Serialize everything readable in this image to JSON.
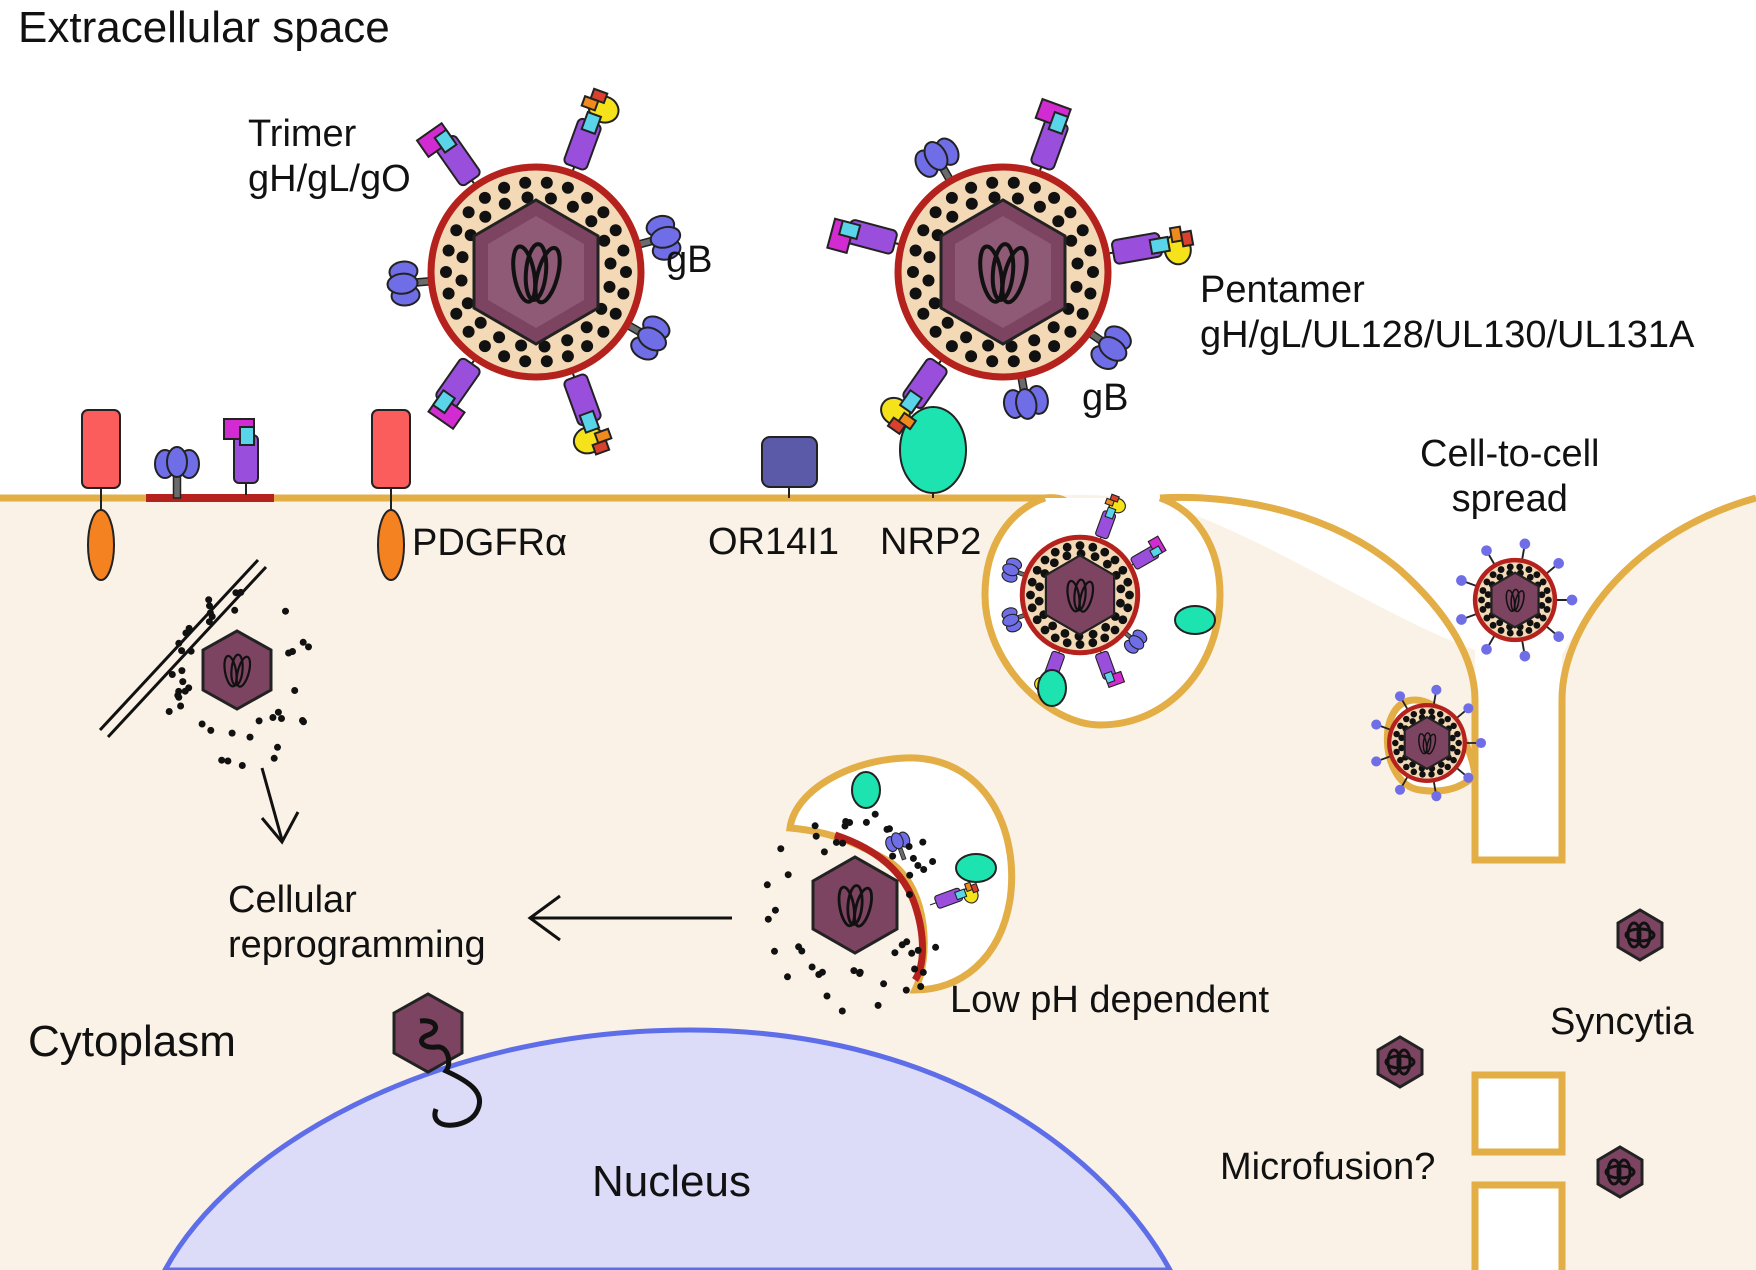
{
  "regions": {
    "extracellular": "Extracellular space",
    "cytoplasm": "Cytoplasm",
    "nucleus": "Nucleus"
  },
  "glycoproteins": {
    "trimer": "Trimer\ngH/gL/gO",
    "gb_left": "gB",
    "pentamer": "Pentamer\ngH/gL/UL128/UL130/UL131A",
    "gb_right": "gB"
  },
  "receptors": {
    "pdgfra": "PDGFRα",
    "or14i1": "OR14I1",
    "nrp2": "NRP2"
  },
  "processes": {
    "cell_to_cell": "Cell-to-cell\nspread",
    "low_ph": "Low pH dependent",
    "reprogramming": "Cellular\nreprogramming",
    "syncytia": "Syncytia",
    "microfusion": "Microfusion?"
  },
  "colors": {
    "cytoplasm": "#faf2e6",
    "membrane": "#e2ae45",
    "envelope": "#b5221e",
    "tegument": "#f3d9b5",
    "capsid": "#7c4461",
    "gb": "#6f6ee6",
    "gh_purple": "#9a4fdc",
    "gl_magenta": "#d22bd2",
    "cyan": "#5ad4e8",
    "ul128_yellow": "#f5e21a",
    "orange": "#f08a1c",
    "pdgfr_red": "#fb5c5c",
    "pdgfr_orange": "#f58220",
    "or14i1_blue": "#5a5aa8",
    "nrp2_green": "#1de3b0",
    "nucleus": "#dcdcf8",
    "nucleus_edge": "#5e6ee8"
  }
}
